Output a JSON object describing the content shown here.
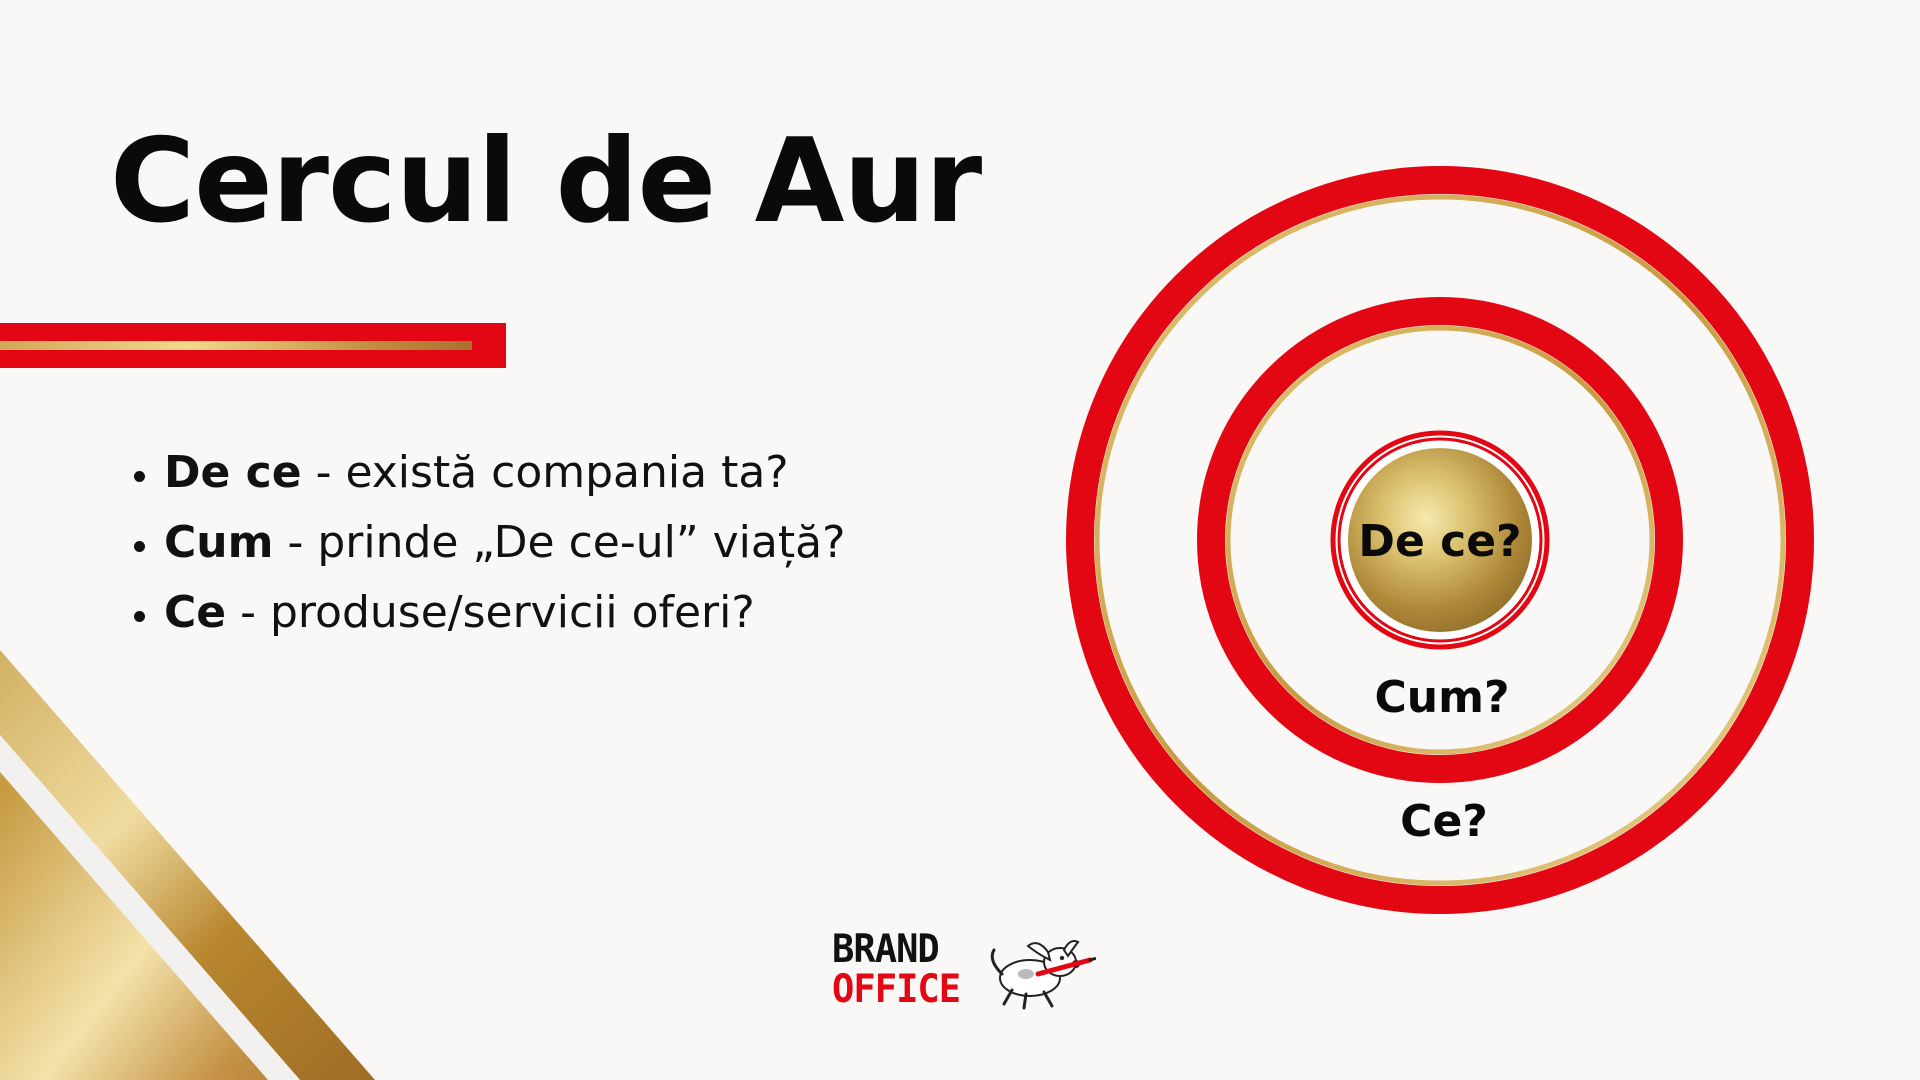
{
  "title": "Cercul de Aur",
  "bullets": [
    {
      "term": "De ce",
      "text": " - există compania ta?"
    },
    {
      "term": "Cum",
      "text": " - prinde „De ce-ul” viață?"
    },
    {
      "term": "Ce",
      "text": " - produse/servicii oferi?"
    }
  ],
  "circle": {
    "inner_label": "De ce?",
    "middle_label": "Cum?",
    "outer_label": "Ce?"
  },
  "logo": {
    "line1": "BRAND",
    "line2": "OFFICE"
  },
  "colors": {
    "accent_red": "#e30613",
    "gold": "#c9a14a",
    "background": "#f9f8f6",
    "text": "#0a0a0a"
  },
  "icons": [
    "corner-gold-stripes",
    "dog-mascot-icon"
  ]
}
